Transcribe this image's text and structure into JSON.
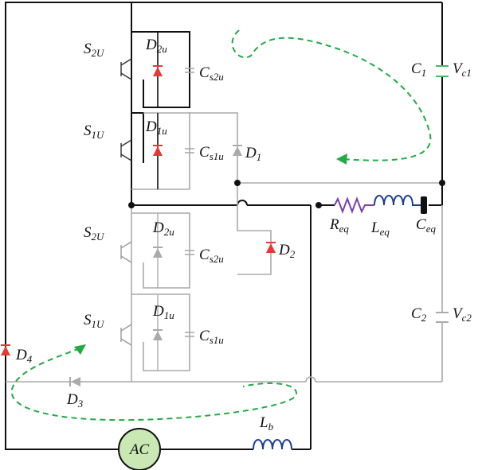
{
  "labels": {
    "s2u_top": {
      "main": "S",
      "sub": "2U"
    },
    "d2u_top": {
      "main": "D",
      "sub": "2u"
    },
    "cs2u_top": {
      "main": "C",
      "sub": "s2u"
    },
    "s1u_top": {
      "main": "S",
      "sub": "1U"
    },
    "d1u_top": {
      "main": "D",
      "sub": "1u"
    },
    "cs1u_top": {
      "main": "C",
      "sub": "s1u"
    },
    "d1": {
      "main": "D",
      "sub": "1"
    },
    "s2u_bot": {
      "main": "S",
      "sub": "2U"
    },
    "d2u_bot": {
      "main": "D",
      "sub": "2u"
    },
    "cs2u_bot": {
      "main": "C",
      "sub": "s2u"
    },
    "d2": {
      "main": "D",
      "sub": "2"
    },
    "s1u_bot": {
      "main": "S",
      "sub": "1U"
    },
    "d1u_bot": {
      "main": "D",
      "sub": "1u"
    },
    "cs1u_bot": {
      "main": "C",
      "sub": "s1u"
    },
    "d4": {
      "main": "D",
      "sub": "4"
    },
    "d3": {
      "main": "D",
      "sub": "3"
    },
    "lb": {
      "main": "L",
      "sub": "b"
    },
    "c1": {
      "main": "C",
      "sub": "1"
    },
    "vc1": {
      "main": "V",
      "sub": "c1"
    },
    "c2": {
      "main": "C",
      "sub": "2"
    },
    "vc2": {
      "main": "V",
      "sub": "c2"
    },
    "req": {
      "main": "R",
      "sub": "eq"
    },
    "leq": {
      "main": "L",
      "sub": "eq"
    },
    "ceq": {
      "main": "C",
      "sub": "eq"
    }
  },
  "source": {
    "label": "AC"
  },
  "colors": {
    "active_wire": "#111111",
    "inactive_wire": "#aaaaaa",
    "diode_on": "#e53935",
    "current_path": "#22aa44",
    "capacitor_bus": "#44bb66",
    "resistor": "#7a3fa8",
    "inductor": "#1a3f8f",
    "ac_fill": "#c9e8b4"
  }
}
